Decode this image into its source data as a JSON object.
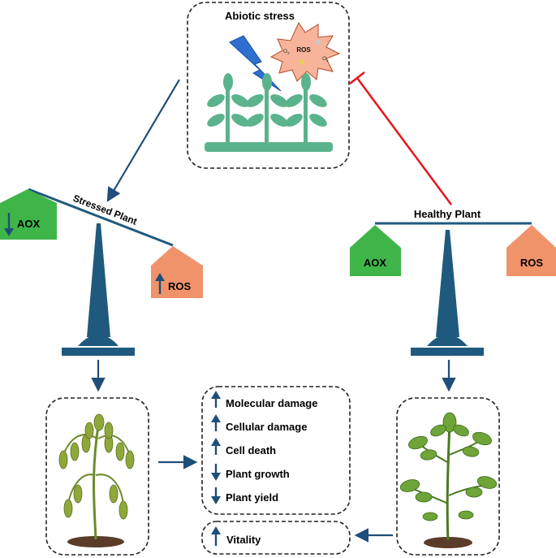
{
  "top_panel": {
    "title": "Abiotic stress",
    "ros_label": "ROS",
    "ros_small_a": "O",
    "ros_small_a_sub": "2",
    "ros_small_b": "O",
    "ros_small_b_sub": "2"
  },
  "left_balance": {
    "title": "Stressed Plant",
    "left_box": "AOX",
    "right_box": "ROS"
  },
  "right_balance": {
    "title": "Healthy Plant",
    "left_box": "AOX",
    "right_box": "ROS"
  },
  "effects": [
    {
      "label": "Molecular damage",
      "direction": "up"
    },
    {
      "label": "Cellular damage",
      "direction": "up"
    },
    {
      "label": "Cell death",
      "direction": "up"
    },
    {
      "label": "Plant growth",
      "direction": "down"
    },
    {
      "label": "Plant yield",
      "direction": "down"
    }
  ],
  "vitality": {
    "label": "Vitality",
    "direction": "up"
  },
  "colors": {
    "arrow_blue": "#1f4e79",
    "balance_blue": "#1f5a7e",
    "inhibit_red": "#e8141b",
    "aox_green": "#3fb549",
    "ros_orange": "#f0926a",
    "plant_teal": "#5bb38c",
    "bolt_blue": "#2e6fd0",
    "burst_peach": "#f7b49a"
  }
}
